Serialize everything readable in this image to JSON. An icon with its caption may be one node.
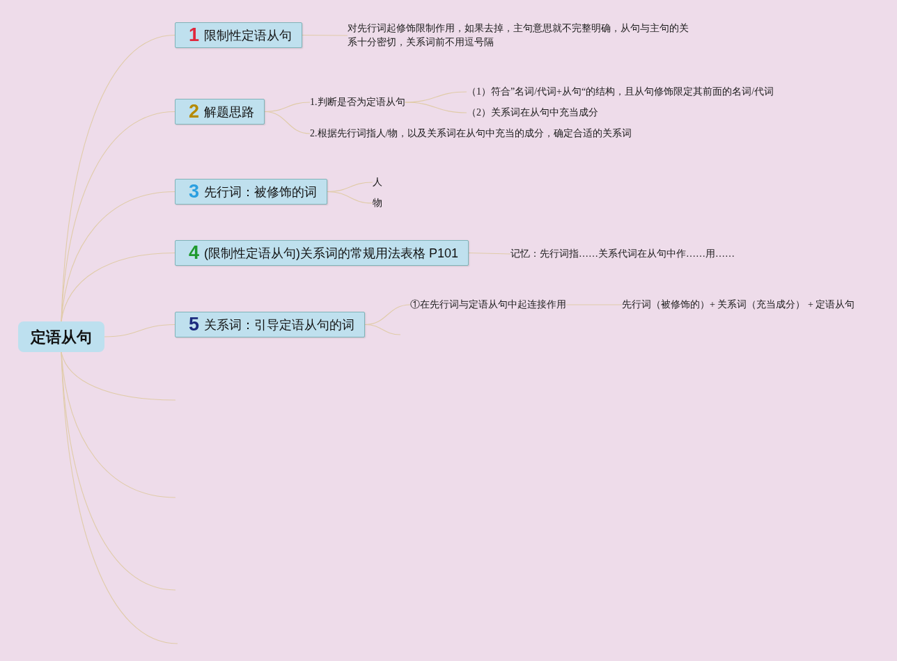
{
  "diagram": {
    "nodes": [
      {
        "text": [
          "定语从句"
        ]
      },
      {
        "text": [
          "1",
          "限制性定语从句"
        ]
      },
      {
        "text": [
          "对先行词起修饰限制作用，如果去掉，主句意思就不完整明确，从句与主句的关系十分密切，关系词前不用逗号隔"
        ]
      },
      {
        "text": [
          "2",
          "解题思路"
        ]
      },
      {
        "text": [
          "1.判断是否为定语从句"
        ]
      },
      {
        "text": [
          "（1）符合”名词/代词+从句“的结构，且从句修饰限定其前面的名词/代词"
        ]
      },
      {
        "text": [
          "（2）关系词在从句中充当成分"
        ]
      },
      {
        "text": [
          "2.根据先行词指人/物，以及关系词在从句中充当的成分，确定合适的关系词"
        ]
      },
      {
        "text": [
          "3",
          "先行词：被修饰的词"
        ]
      },
      {
        "text": [
          "人"
        ]
      },
      {
        "text": [
          "物"
        ]
      },
      {
        "text": [
          "4",
          "(限制性定语从句)关系词的常规用法表格 P101"
        ]
      },
      {
        "text": [
          "记忆：先行词指……关系代词在从句中作……用……"
        ]
      },
      {
        "text": [
          "5",
          "关系词：引导定语从句的词"
        ]
      },
      {
        "text": [
          "①在先行词与定语从句中起连接作用"
        ]
      },
      {
        "text": [
          "先行词（被修饰的）+ 关系词（充当成分） + 定语从句"
        ]
      }
    ],
    "edges": [
      {
        "from": 0,
        "to": 1,
        "arrow": "none"
      },
      {
        "from": 0,
        "to": 3,
        "arrow": "none"
      },
      {
        "from": 0,
        "to": 8,
        "arrow": "none"
      },
      {
        "from": 0,
        "to": 11,
        "arrow": "none"
      },
      {
        "from": 0,
        "to": 13,
        "arrow": "none"
      },
      {
        "from": 0,
        "to": null,
        "arrow": "none"
      },
      {
        "from": 0,
        "to": null,
        "arrow": "none"
      },
      {
        "from": 0,
        "to": null,
        "arrow": "none"
      },
      {
        "from": 0,
        "to": null,
        "arrow": "none"
      },
      {
        "from": 1,
        "to": 2,
        "arrow": "none"
      },
      {
        "from": 3,
        "to": 4,
        "arrow": "none"
      },
      {
        "from": 3,
        "to": 7,
        "arrow": "none"
      },
      {
        "from": 4,
        "to": 5,
        "arrow": "none"
      },
      {
        "from": 4,
        "to": 6,
        "arrow": "none"
      },
      {
        "from": 8,
        "to": 9,
        "arrow": "none"
      },
      {
        "from": 8,
        "to": 10,
        "arrow": "none"
      },
      {
        "from": 11,
        "to": 12,
        "arrow": "none"
      },
      {
        "from": 13,
        "to": 14,
        "arrow": "none"
      },
      {
        "from": 13,
        "to": null,
        "arrow": "none"
      },
      {
        "from": 14,
        "to": 15,
        "arrow": "none"
      }
    ]
  }
}
